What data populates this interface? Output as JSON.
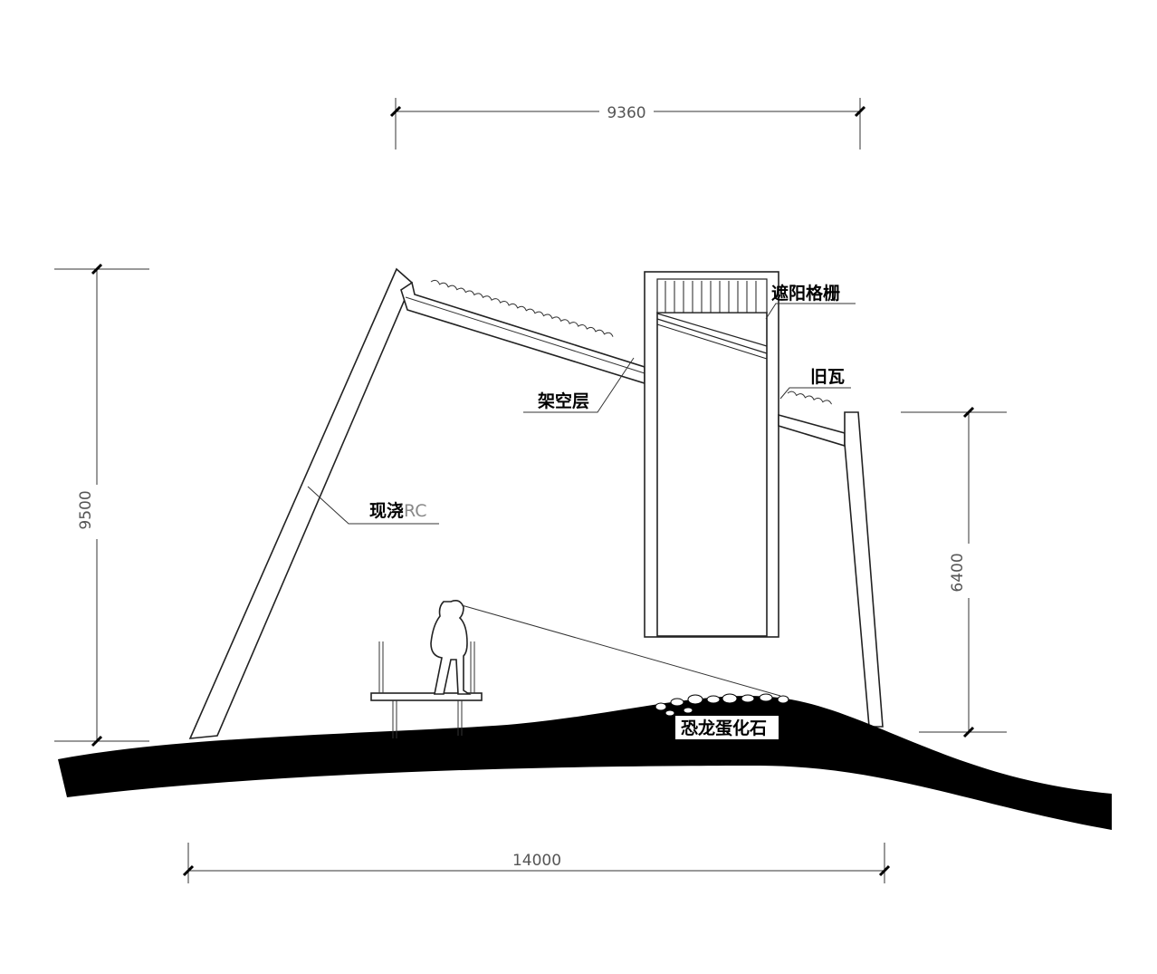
{
  "dimensions": {
    "top_width": "9360",
    "left_height": "9500",
    "right_height": "6400",
    "bottom_width": "14000"
  },
  "labels": {
    "sunshade_grille": "遮阳格栅",
    "old_tiles": "旧瓦",
    "overhead_layer": "架空层",
    "cast_in_place_prefix": "现浇",
    "cast_in_place_suffix": "RC",
    "dinosaur_egg_fossil": "恐龙蛋化石"
  },
  "colors": {
    "ground": "#000000",
    "line": "#222222",
    "dimension_text": "#555555",
    "label_gray": "#888888"
  }
}
